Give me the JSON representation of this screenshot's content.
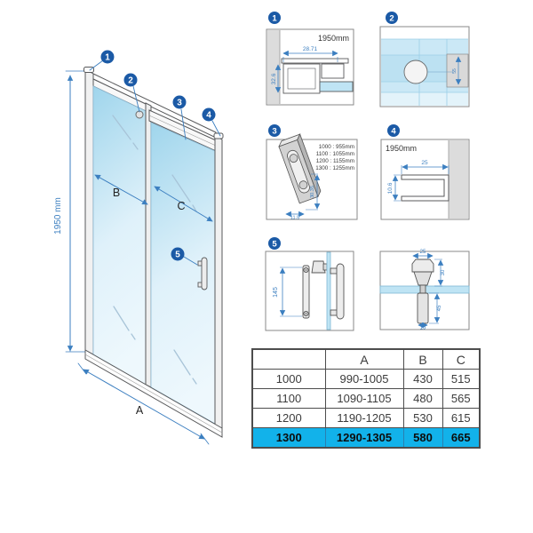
{
  "colors": {
    "callout_blue": "#1b5aa6",
    "dimension_blue": "#3c7fc0",
    "glass_blue": "#bfe4f4",
    "wall_gray": "#dcdcdc",
    "outline_gray": "#58595b",
    "table_highlight": "#12b2ea"
  },
  "main": {
    "height_label": "1950 mm",
    "dim_a": "A",
    "dim_b": "B",
    "dim_c": "C",
    "callouts": [
      "1",
      "2",
      "3",
      "4",
      "5"
    ]
  },
  "details": {
    "d1": {
      "number": "1",
      "header": "1950mm",
      "dim_width": "28.71",
      "dim_height": "32.6"
    },
    "d2": {
      "number": "2",
      "dim_height": "55"
    },
    "d3": {
      "number": "3",
      "sizes": [
        "1000 : 955mm",
        "1100 : 1055mm",
        "1200 : 1155mm",
        "1300 : 1255mm"
      ],
      "dim_height": "30.35",
      "dim_width": "11.5"
    },
    "d4": {
      "number": "4",
      "header": "1950mm",
      "dim_width": "25",
      "dim_height": "10.6"
    },
    "d5": {
      "number": "5",
      "dim_height": "145"
    },
    "d5b": {
      "dim_top": "25",
      "dim_upper": "30",
      "dim_lower": "45",
      "dim_bottom": "15"
    }
  },
  "table": {
    "headers": [
      "",
      "A",
      "B",
      "C"
    ],
    "rows": [
      {
        "size": "1000",
        "a": "990-1005",
        "b": "430",
        "c": "515"
      },
      {
        "size": "1100",
        "a": "1090-1105",
        "b": "480",
        "c": "565"
      },
      {
        "size": "1200",
        "a": "1190-1205",
        "b": "530",
        "c": "615"
      },
      {
        "size": "1300",
        "a": "1290-1305",
        "b": "580",
        "c": "665"
      }
    ]
  }
}
